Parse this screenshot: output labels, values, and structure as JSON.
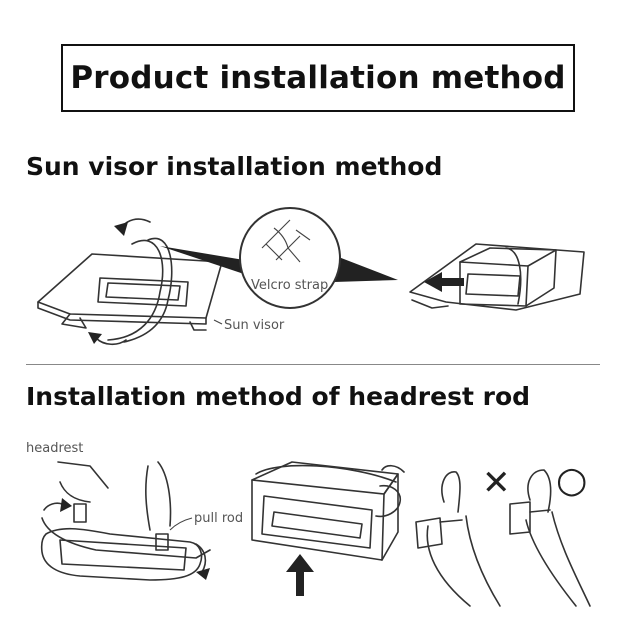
{
  "title": "Product installation method",
  "sun_visor": {
    "heading": "Sun visor installation method",
    "labels": {
      "velcro": "Velcro strap",
      "visor": "Sun visor"
    }
  },
  "headrest": {
    "heading": "Installation method of headrest rod",
    "labels": {
      "headrest": "headrest",
      "pull_rod": "pull rod"
    },
    "correct_mark": "○",
    "wrong_mark": "✕"
  }
}
